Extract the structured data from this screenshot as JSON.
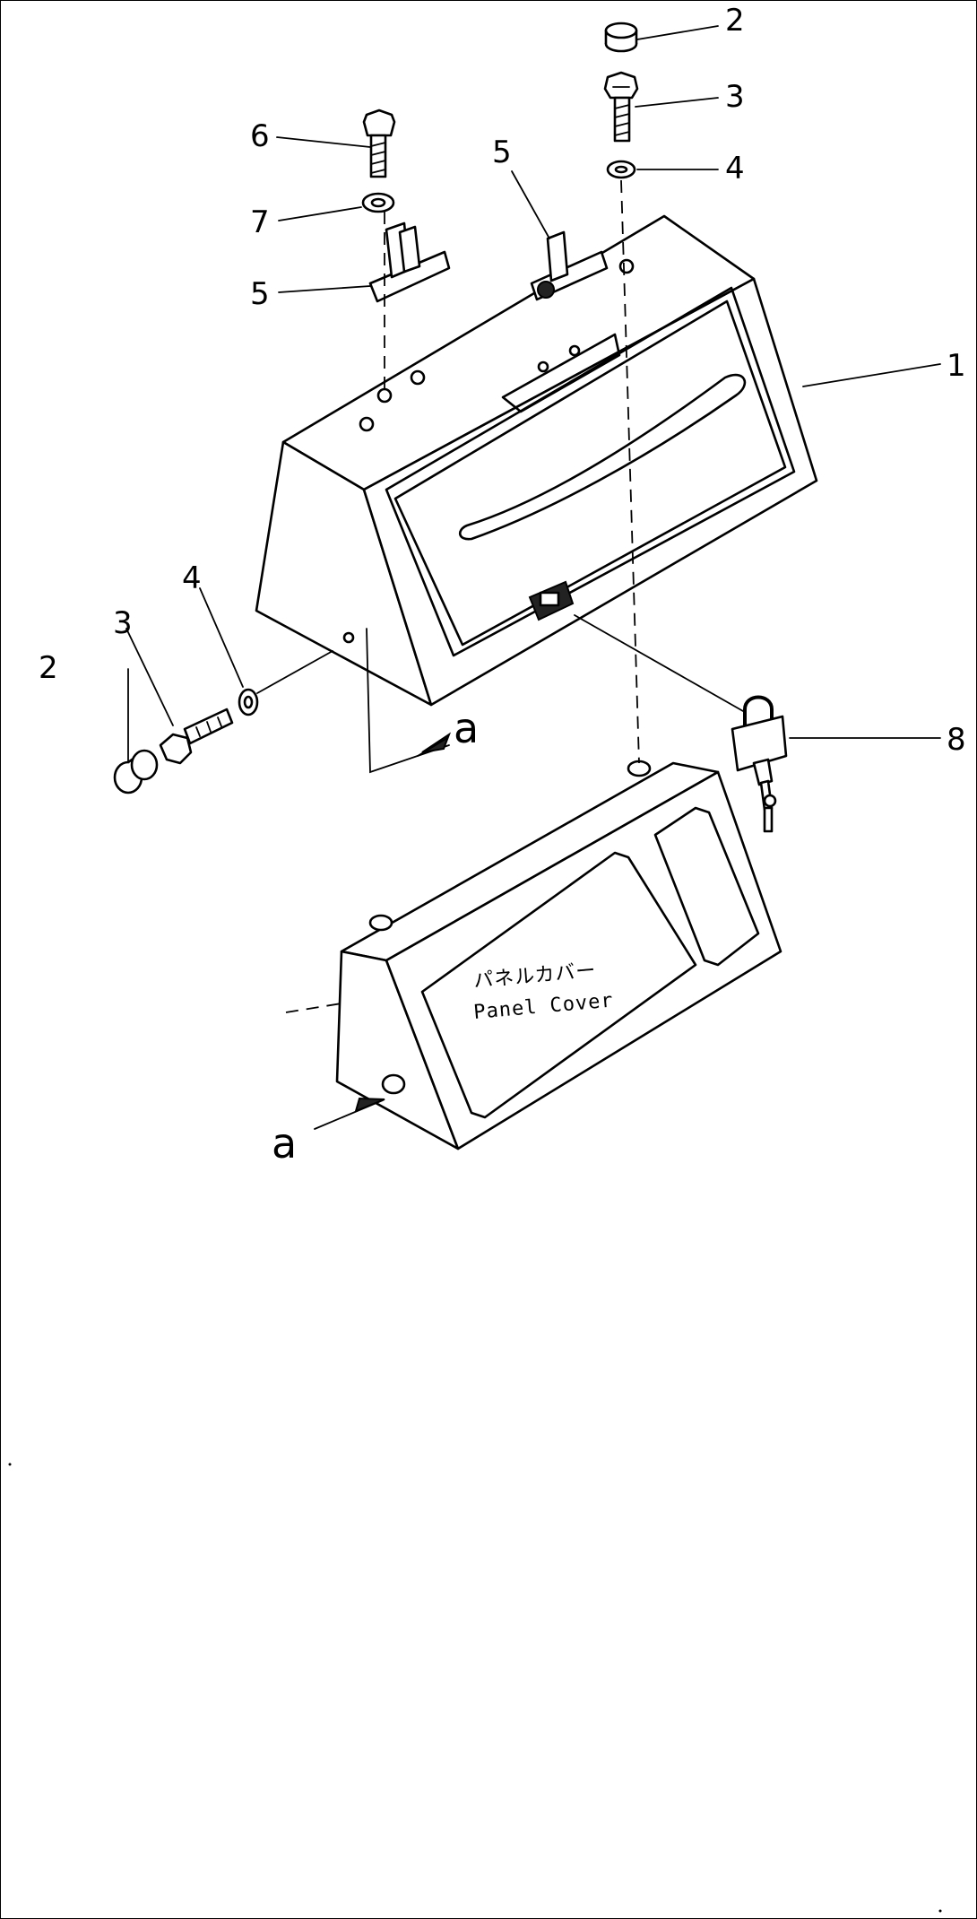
{
  "diagram": {
    "callouts": {
      "c1": "1",
      "c2_top": "2",
      "c3_top": "3",
      "c4_top": "4",
      "c5_center": "5",
      "c6": "6",
      "c7": "7",
      "c5_left": "5",
      "c2_left": "2",
      "c3_left": "3",
      "c4_left": "4",
      "c8": "8"
    },
    "view_marker_upper": "a",
    "view_marker_lower": "a",
    "cover_label_jp": "パネルカバー",
    "cover_label_en": "Panel  Cover"
  }
}
